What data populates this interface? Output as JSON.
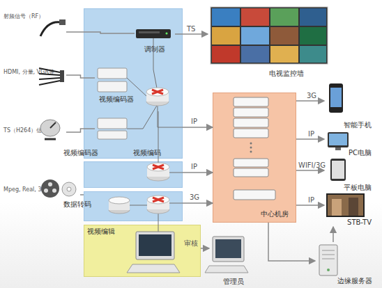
{
  "diagram": {
    "nodes": [
      {
        "text": [
          "视频编码"
        ]
      },
      {
        "text": [
          "调制器"
        ],
        "in": 0
      },
      {
        "text": [
          "视频编码器"
        ],
        "in": 0
      },
      {
        "text": [
          "视频编码器"
        ],
        "in": 0
      },
      {
        "text": [
          "数据转码"
        ]
      },
      {
        "text": [
          "视频编辑"
        ]
      },
      {
        "text": [
          "射频信号（RF）"
        ]
      },
      {
        "text": [
          "HDMI, 分量, VGA等"
        ]
      },
      {
        "text": [
          "TS（H264）信号等"
        ]
      },
      {
        "text": [
          "Mpeg, Real, 3GP等"
        ]
      },
      {
        "text": [
          "电视监控墙"
        ]
      },
      {
        "text": [
          "中心机房"
        ]
      },
      {
        "text": [
          "智能手机"
        ]
      },
      {
        "text": [
          "PC电脑"
        ]
      },
      {
        "text": [
          "平板电脑"
        ]
      },
      {
        "text": [
          "STB-TV"
        ]
      },
      {
        "text": [
          "管理员"
        ]
      },
      {
        "text": [
          "边缘服务器"
        ]
      }
    ],
    "edges": [
      {
        "from": 6,
        "to": 1,
        "arrow": "none"
      },
      {
        "from": 7,
        "to": 2,
        "arrow": "none"
      },
      {
        "from": 8,
        "to": 3,
        "arrow": "none"
      },
      {
        "from": 9,
        "to": 4,
        "arrow": "none"
      },
      {
        "from": 1,
        "to": 10,
        "label": "TS",
        "arrow": "to"
      },
      {
        "from": 0,
        "to": 11,
        "label": "IP",
        "arrow": "to"
      },
      {
        "from": 4,
        "to": 11,
        "label": "3G",
        "arrow": "to"
      },
      {
        "from": 5,
        "to": 16,
        "label": "审核",
        "arrow": "to"
      },
      {
        "from": 11,
        "to": 12,
        "label": "3G",
        "arrow": "to"
      },
      {
        "from": 11,
        "to": 13,
        "label": "IP",
        "arrow": "to"
      },
      {
        "from": 11,
        "to": 14,
        "label": "WIFI/3G",
        "arrow": "to"
      },
      {
        "from": 11,
        "to": 15,
        "label": "IP",
        "arrow": "to"
      },
      {
        "from": 11,
        "to": 17,
        "arrow": "to"
      },
      {
        "from": 17,
        "to": 15,
        "arrow": "to"
      }
    ],
    "labels": [
      "IP"
    ]
  }
}
